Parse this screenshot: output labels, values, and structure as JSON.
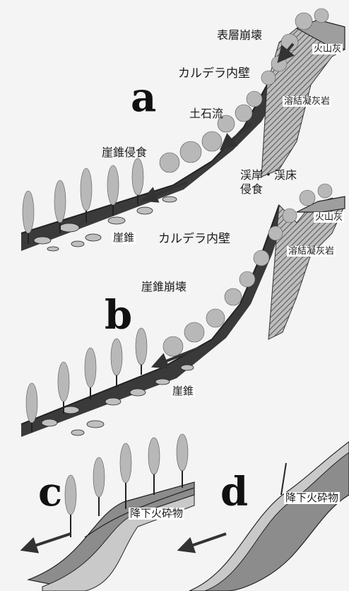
{
  "panel_a": {
    "letter": "a",
    "labels": {
      "surface_collapse": "表層崩壊",
      "volcanic_ash": "火山灰",
      "caldera_wall": "カルデラ内壁",
      "welded_tuff": "溶結凝灰岩",
      "debris_flow": "土石流",
      "talus_erosion": "崖錐侵食",
      "bank_bed_erosion_1": "渓岸・渓床",
      "bank_bed_erosion_2": "侵食",
      "talus": "崖錐"
    }
  },
  "panel_b": {
    "letter": "b",
    "labels": {
      "volcanic_ash": "火山灰",
      "caldera_wall": "カルデラ内壁",
      "welded_tuff": "溶結凝灰岩",
      "talus_collapse": "崖錐崩壊",
      "talus": "崖錐"
    }
  },
  "panel_c": {
    "letter": "c",
    "labels": {
      "pyroclastic_fall": "降下火砕物"
    }
  },
  "panel_d": {
    "letter": "d",
    "labels": {
      "pyroclastic_fall": "降下火砕物"
    }
  },
  "colors": {
    "ink": "#1a1a1a",
    "slope_dark": "#3a3a3a",
    "tree_gray": "#b8b8b8",
    "cliff_hatch": "#9a9a9a",
    "soil_mid": "#8c8c8c",
    "soil_light": "#c9c9c9"
  }
}
